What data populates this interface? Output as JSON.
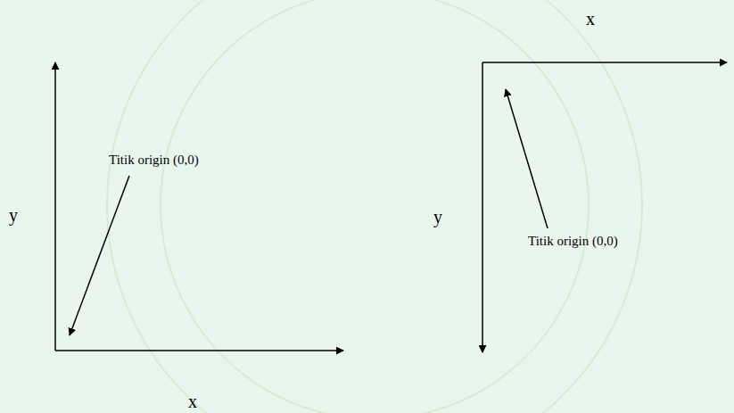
{
  "diagram": {
    "labels": [
      "y",
      "Titik origin (0,0)",
      "x",
      "x",
      "y",
      "Titik origin (0,0)"
    ]
  }
}
